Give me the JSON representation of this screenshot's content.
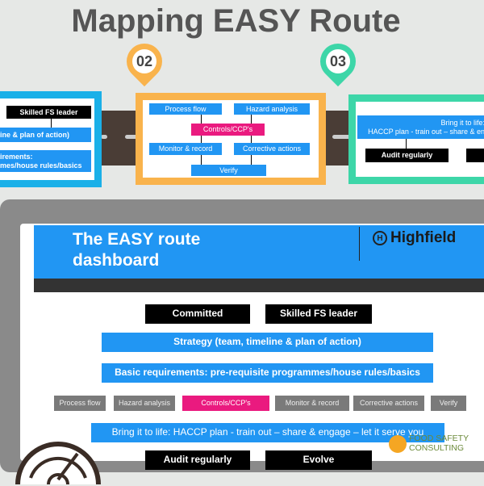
{
  "title": "Mapping EASY Route",
  "colors": {
    "blue": "#2196f3",
    "orange": "#f9b34c",
    "green": "#3dd6a8",
    "pink": "#ea1a7f",
    "road": "#4a3d36"
  },
  "stage1": {
    "leader": "Skilled FS leader",
    "strategy": "ine & plan of action)",
    "basic_line1": "irements:",
    "basic_line2": "mes/house rules/basics"
  },
  "stage2": {
    "pin": "02",
    "process": "Process flow",
    "hazard": "Hazard analysis",
    "controls": "Controls/CCP's",
    "monitor": "Monitor & record",
    "corrective": "Corrective actions",
    "verify": "Verify"
  },
  "stage3": {
    "pin": "03",
    "line1": "Bring it to life:",
    "line2": "HACCP plan - train out – share & en",
    "audit": "Audit regularly"
  },
  "dashboard": {
    "title_line1": "The EASY route",
    "title_line2": "dashboard",
    "logo": "Highfield",
    "committed": "Committed",
    "leader": "Skilled FS leader",
    "strategy": "Strategy (team, timeline & plan of action)",
    "basic": "Basic requirements: pre-requisite programmes/house rules/basics",
    "steps": [
      "Process flow",
      "Hazard analysis",
      "Controls/CCP's",
      "Monitor & record",
      "Corrective actions",
      "Verify"
    ],
    "bring": "Bring it to life: HACCP plan - train out – share & engage – let it serve you",
    "audit": "Audit regularly",
    "evolve": "Evolve",
    "consultant_line1": "FOOD SAFETY",
    "consultant_line2": "CONSULTING",
    "icon": "speedometer-icon"
  }
}
